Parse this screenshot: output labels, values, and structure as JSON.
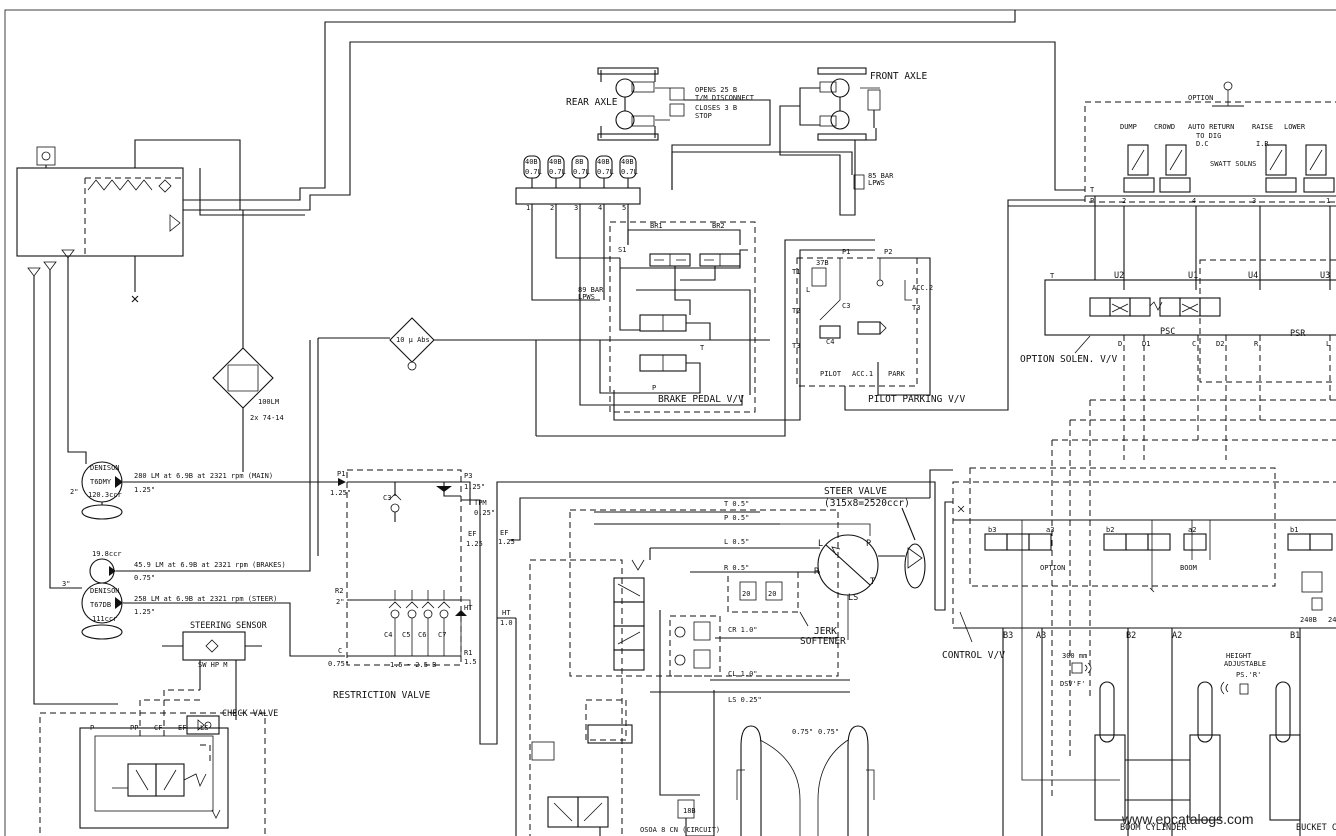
{
  "components": {
    "rear_axle": {
      "label": "REAR AXLE",
      "note1": "OPENS 25 B",
      "note2": "T/M DISCONNECT",
      "note3": "CLOSES 3 B",
      "note4": "STOP"
    },
    "front_axle": {
      "label": "FRONT AXLE",
      "lpws": "85 BAR",
      "lpws2": "LPWS"
    },
    "accumulators": [
      {
        "top": "40B",
        "bot": "0.7L",
        "port": "1"
      },
      {
        "top": "40B",
        "bot": "0.7L",
        "port": "2"
      },
      {
        "top": "8B",
        "bot": "0.7L",
        "port": "3"
      },
      {
        "top": "40B",
        "bot": "0.7L",
        "port": "4"
      },
      {
        "top": "40B",
        "bot": "0.7L",
        "port": "5"
      }
    ],
    "brake_valve": {
      "label": "BRAKE PEDAL V/V",
      "br1": "BR1",
      "br2": "BR2",
      "s1": "S1",
      "lpws": "89 BAR",
      "lpws2": "LPWS",
      "p": "P",
      "t": "T"
    },
    "pilot_parking": {
      "label": "PILOT PARKING V/V",
      "p1": "P1",
      "p2": "P2",
      "t1": "T1",
      "t2": "T2",
      "t3": "T3",
      "c3": "C3",
      "c4": "C4",
      "acc1": "ACC.1",
      "acc2": "ACC.2",
      "pilot": "PILOT",
      "park": "PARK",
      "relief": "37B",
      "l": "L"
    },
    "filter": {
      "label": "10 μ Abs"
    },
    "cooler": {
      "flow": "100LM",
      "port": "2x 74-14"
    },
    "main_pump": {
      "brand": "DENISON",
      "model": "T6DMY",
      "disp": "120.3ccr",
      "size": "2\"",
      "size2": "1.25\"",
      "flow": "280 LM at 6.9B at 2321 rpm (MAIN)"
    },
    "brake_pump": {
      "disp": "19.8ccr",
      "flow": "45.9 LM at 6.9B at 2321 rpm (BRAKES)",
      "size": "0.75\""
    },
    "steer_pump": {
      "brand": "DENISON",
      "model": "T67DB",
      "disp": "111ccr",
      "size": "3\"",
      "size2": "1.25\"",
      "flow": "258 LM at 6.9B at 2321 rpm (STEER)"
    },
    "steering_sensor": {
      "label": "STEERING SENSOR",
      "ports": "SW  HP  M"
    },
    "check_valve": {
      "label": "CHECK VALVE"
    },
    "lower_block": {
      "p": "P",
      "pp": "PP",
      "cf": "CF",
      "ef": "EF",
      "ls": "LS"
    },
    "restriction_valve": {
      "label": "RESTRICTION VALVE",
      "p1": "P1",
      "p1size": "1.25\"",
      "p3": "P3",
      "p3size": "1.25\"",
      "tpm": "TPM",
      "tpmsize": "0.25\"",
      "ef": "EF",
      "efsize": "1.25",
      "r2": "R2",
      "r2size": "2\"",
      "c": "C",
      "csize": "0.75\"",
      "ht": "HT",
      "r1": "R1",
      "r1size": "1.5",
      "range": "1.5 ~ 2.5 B",
      "c3": "C3",
      "checks": [
        "C4",
        "C5",
        "C6",
        "C7"
      ]
    },
    "steer_block": {
      "ef": "EF",
      "efsize": "1.25",
      "ht": "HT",
      "htsize": "1.0",
      "t": "T 0.5\"",
      "p": "P 0.5\"",
      "l": "L 0.5\"",
      "r": "R 0.5\"",
      "cr": "CR 1.0\"",
      "cl": "CL 1.0\"",
      "ls": "LS 0.25\"",
      "relief1": "20",
      "relief2": "20",
      "orifice": "OSOA 8 CN (CIRCUIT)",
      "check": "18B"
    },
    "steer_valve": {
      "label": "STEER VALVE",
      "spec": "(315x8=2520ccr)",
      "l": "L",
      "p": "P",
      "r": "R",
      "t": "T",
      "ls": "LS"
    },
    "jerk_softener": {
      "label1": "JERK",
      "label2": "SOFTENER"
    },
    "steer_cylinders": {
      "left": "0.75\"",
      "right": "0.75\""
    },
    "control_valve": {
      "label": "CONTROL V/V",
      "sections": [
        "b3",
        "a3",
        "b2",
        "a2",
        "b1"
      ],
      "names": [
        "OPTION",
        "BOOM"
      ],
      "ports": [
        "B3",
        "A3",
        "B2",
        "A2",
        "B1"
      ]
    },
    "sensors": {
      "s1": "300 mm",
      "s1b": "DSV'F'",
      "s2": "HEIGHT",
      "s2b": "ADJUSTABLE",
      "s2c": "PS.'R'",
      "p240": "240B",
      "p24": "24"
    },
    "cylinders": {
      "boom": "BOOM CYLINDER",
      "bucket": "BUCKET C"
    },
    "option_solenoid": {
      "label": "OPTION SOLEN. V/V",
      "t": "T",
      "u2": "U2",
      "u1": "U1",
      "u4": "U4",
      "u3": "U3",
      "d": "D",
      "d1": "D1",
      "c": "C",
      "d2": "D2",
      "r": "R",
      "l": "L",
      "psc": "PSC",
      "psr": "PSR"
    },
    "joystick": {
      "option": "OPTION",
      "dump": "DUMP",
      "crowd": "CROWD",
      "auto1": "AUTO RETURN",
      "auto2": "TO DIG",
      "raise": "RAISE",
      "lower": "LOWER",
      "solns": "SWATT SOLNS",
      "dc": "D.C",
      "ir": "I.R",
      "t": "T",
      "p": "P",
      "n2": "2",
      "n4": "4",
      "n3": "3",
      "n1": "1"
    }
  },
  "watermark": "www.epcatalogs.com"
}
